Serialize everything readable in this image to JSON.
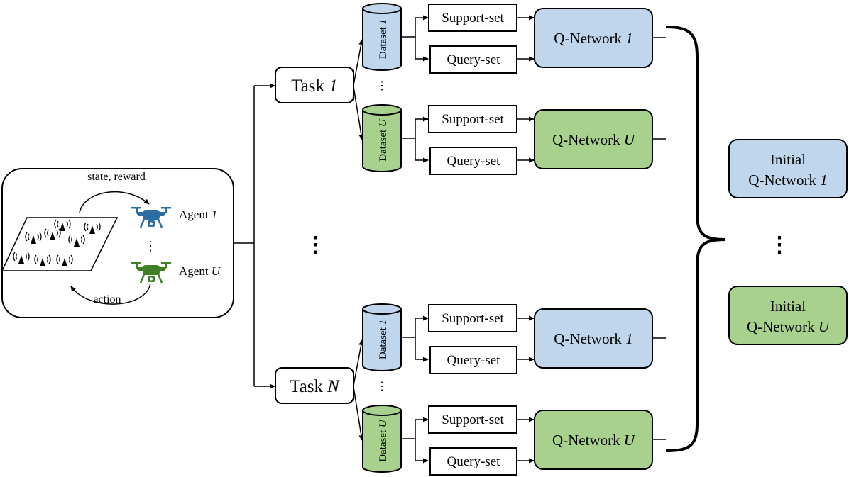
{
  "environment": {
    "state_reward_label": "state, reward",
    "action_label": "action",
    "agent_first": {
      "prefix": "Agent ",
      "index": "1"
    },
    "agent_last": {
      "prefix": "Agent ",
      "index": "U"
    },
    "vdots": "⋮"
  },
  "tasks": [
    {
      "label_prefix": "Task ",
      "label_index": "1",
      "groups": [
        {
          "dataset_prefix": "Dataset ",
          "dataset_index": "1",
          "support": "Support-set",
          "query": "Query-set",
          "qnet_prefix": "Q-Network ",
          "qnet_index": "1"
        },
        {
          "dataset_prefix": "Dataset ",
          "dataset_index": "U",
          "support": "Support-set",
          "query": "Query-set",
          "qnet_prefix": "Q-Network ",
          "qnet_index": "U"
        }
      ],
      "dataset_dots": "⋮"
    },
    {
      "label_prefix": "Task ",
      "label_index": "N",
      "groups": [
        {
          "dataset_prefix": "Dataset ",
          "dataset_index": "1",
          "support": "Support-set",
          "query": "Query-set",
          "qnet_prefix": "Q-Network ",
          "qnet_index": "1"
        },
        {
          "dataset_prefix": "Dataset ",
          "dataset_index": "U",
          "support": "Support-set",
          "query": "Query-set",
          "qnet_prefix": "Q-Network ",
          "qnet_index": "U"
        }
      ],
      "dataset_dots": "⋮"
    }
  ],
  "outputs": [
    {
      "line1": "Initial",
      "line2_prefix": "Q-Network ",
      "line2_index": "1"
    },
    {
      "line1": "Initial",
      "line2_prefix": "Q-Network ",
      "line2_index": "U"
    }
  ],
  "colors": {
    "blue": "#c0d6ed",
    "green": "#a9d18e",
    "drone_blue": "#2e6da4",
    "drone_green": "#3f7f25"
  }
}
